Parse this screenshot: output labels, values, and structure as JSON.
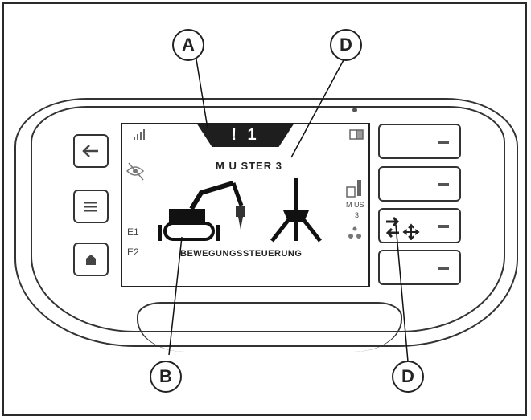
{
  "screen": {
    "top_tab_label": "! 1",
    "title": "M U STER  3",
    "caption": "BEWEGUNGSSTEUERUNG",
    "side_labels": [
      "E1",
      "E2"
    ],
    "right_text_line1": "M US",
    "right_text_line2": "3"
  },
  "callouts": {
    "a": "A",
    "b": "B",
    "d_top": "D",
    "d_bottom": "D"
  },
  "icons": {
    "left_buttons": [
      "back-arrow-icon",
      "menu-icon",
      "home-icon"
    ],
    "screen_icons": [
      "signal-icon",
      "book-icon",
      "crossed-eye-icon",
      "machine-icon",
      "outrigger-icon",
      "bucket-icon",
      "drops-icon"
    ],
    "right_button_icon": "move-arrows-icon"
  }
}
